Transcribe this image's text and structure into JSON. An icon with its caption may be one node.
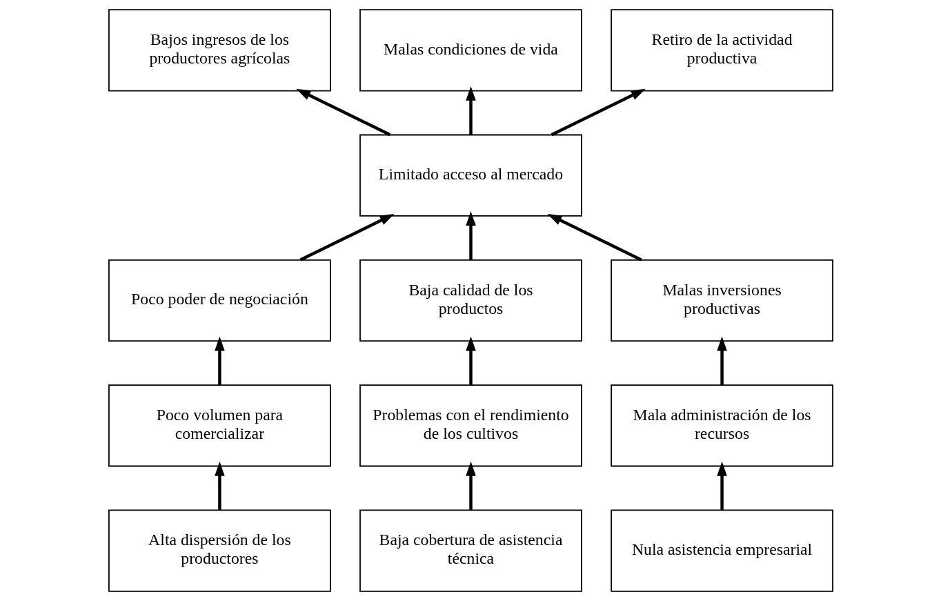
{
  "diagram": {
    "nodes": [
      {
        "text": [
          "Bajos ingresos de los productores agrícolas"
        ]
      },
      {
        "text": [
          "Malas condiciones de vida"
        ]
      },
      {
        "text": [
          "Retiro de la actividad productiva"
        ]
      },
      {
        "text": [
          "Limitado acceso al mercado"
        ]
      },
      {
        "text": [
          "Poco poder de negociación"
        ]
      },
      {
        "text": [
          "Baja calidad de los productos"
        ]
      },
      {
        "text": [
          "Malas inversiones productivas"
        ]
      },
      {
        "text": [
          "Poco volumen para comercializar"
        ]
      },
      {
        "text": [
          "Problemas con el rendimiento de los cultivos"
        ]
      },
      {
        "text": [
          "Mala administración de los recursos"
        ]
      },
      {
        "text": [
          "Alta dispersión de los productores"
        ]
      },
      {
        "text": [
          "Baja cobertura de asistencia técnica"
        ]
      },
      {
        "text": [
          "Nula asistencia empresarial"
        ]
      }
    ],
    "edges": [
      {
        "from": 3,
        "to": 0,
        "arrow": "to"
      },
      {
        "from": 3,
        "to": 1,
        "arrow": "to"
      },
      {
        "from": 3,
        "to": 2,
        "arrow": "to"
      },
      {
        "from": 4,
        "to": 3,
        "arrow": "to"
      },
      {
        "from": 5,
        "to": 3,
        "arrow": "to"
      },
      {
        "from": 6,
        "to": 3,
        "arrow": "to"
      },
      {
        "from": 7,
        "to": 4,
        "arrow": "to"
      },
      {
        "from": 8,
        "to": 5,
        "arrow": "to"
      },
      {
        "from": 9,
        "to": 6,
        "arrow": "to"
      },
      {
        "from": 10,
        "to": 7,
        "arrow": "to"
      },
      {
        "from": 11,
        "to": 8,
        "arrow": "to"
      },
      {
        "from": 12,
        "to": 9,
        "arrow": "to"
      }
    ]
  }
}
